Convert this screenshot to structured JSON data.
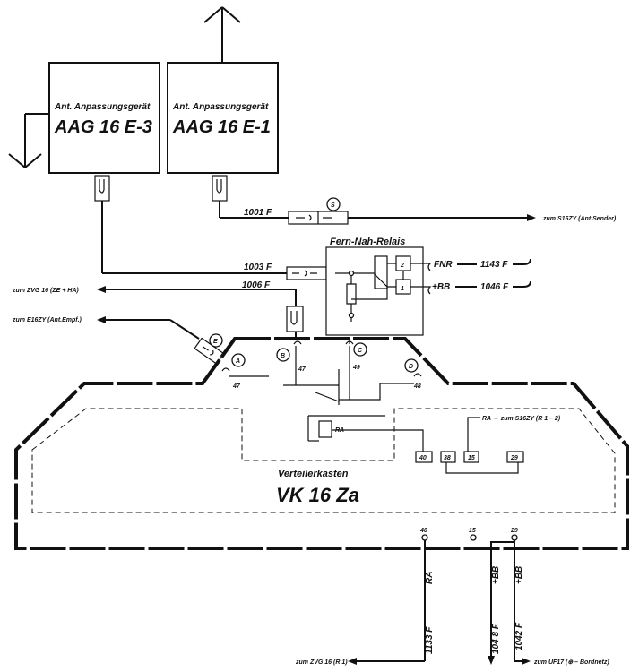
{
  "units": {
    "aag3": {
      "line1": "Ant. Anpassungsgerät",
      "line2": "AAG 16 E-3"
    },
    "aag1": {
      "line1": "Ant. Anpassungsgerät",
      "line2": "AAG 16 E-1"
    },
    "relay": {
      "title": "Fern-Nah-Relais",
      "contact2": "2",
      "contact1": "1"
    },
    "vk": {
      "title": "Verteilerkasten",
      "name": "VK 16 Za"
    }
  },
  "cables": {
    "c1001": "1001 F",
    "c1003": "1003 F",
    "c1006": "1006 F",
    "c1143": "1143 F",
    "c1046": "1046 F",
    "c1133": "1133 F",
    "c1048": "104 8 F",
    "c1042": "1042 F"
  },
  "signals": {
    "fnr": "FNR",
    "bb1": "+BB",
    "ra_out": "RA",
    "bb_out1": "+BB",
    "bb_out2": "+BB",
    "ra_relay": "RA",
    "ra_s16zy": "RA → zum S16ZY (R 1 – 2)"
  },
  "destinations": {
    "s16zy": "zum S16ZY (Ant.Sender)",
    "zvg16": "zum ZVG 16 (ZE + HA)",
    "e16zy": "zum E16ZY (Ant.Empf.)",
    "zvg16r1": "zum ZVG 16 (R 1)",
    "uf17": "zum UF17 (⊕ – Bordnetz)"
  },
  "connectors": {
    "S": "S",
    "E": "E",
    "A": "A",
    "B": "B",
    "C": "C",
    "D": "D"
  },
  "pins": {
    "p47a": "47",
    "p47b": "47",
    "p49": "49",
    "p48": "48",
    "t40": "40",
    "t38": "38",
    "t15": "15",
    "t29": "29",
    "b40": "40",
    "b15": "15",
    "b29": "29"
  }
}
